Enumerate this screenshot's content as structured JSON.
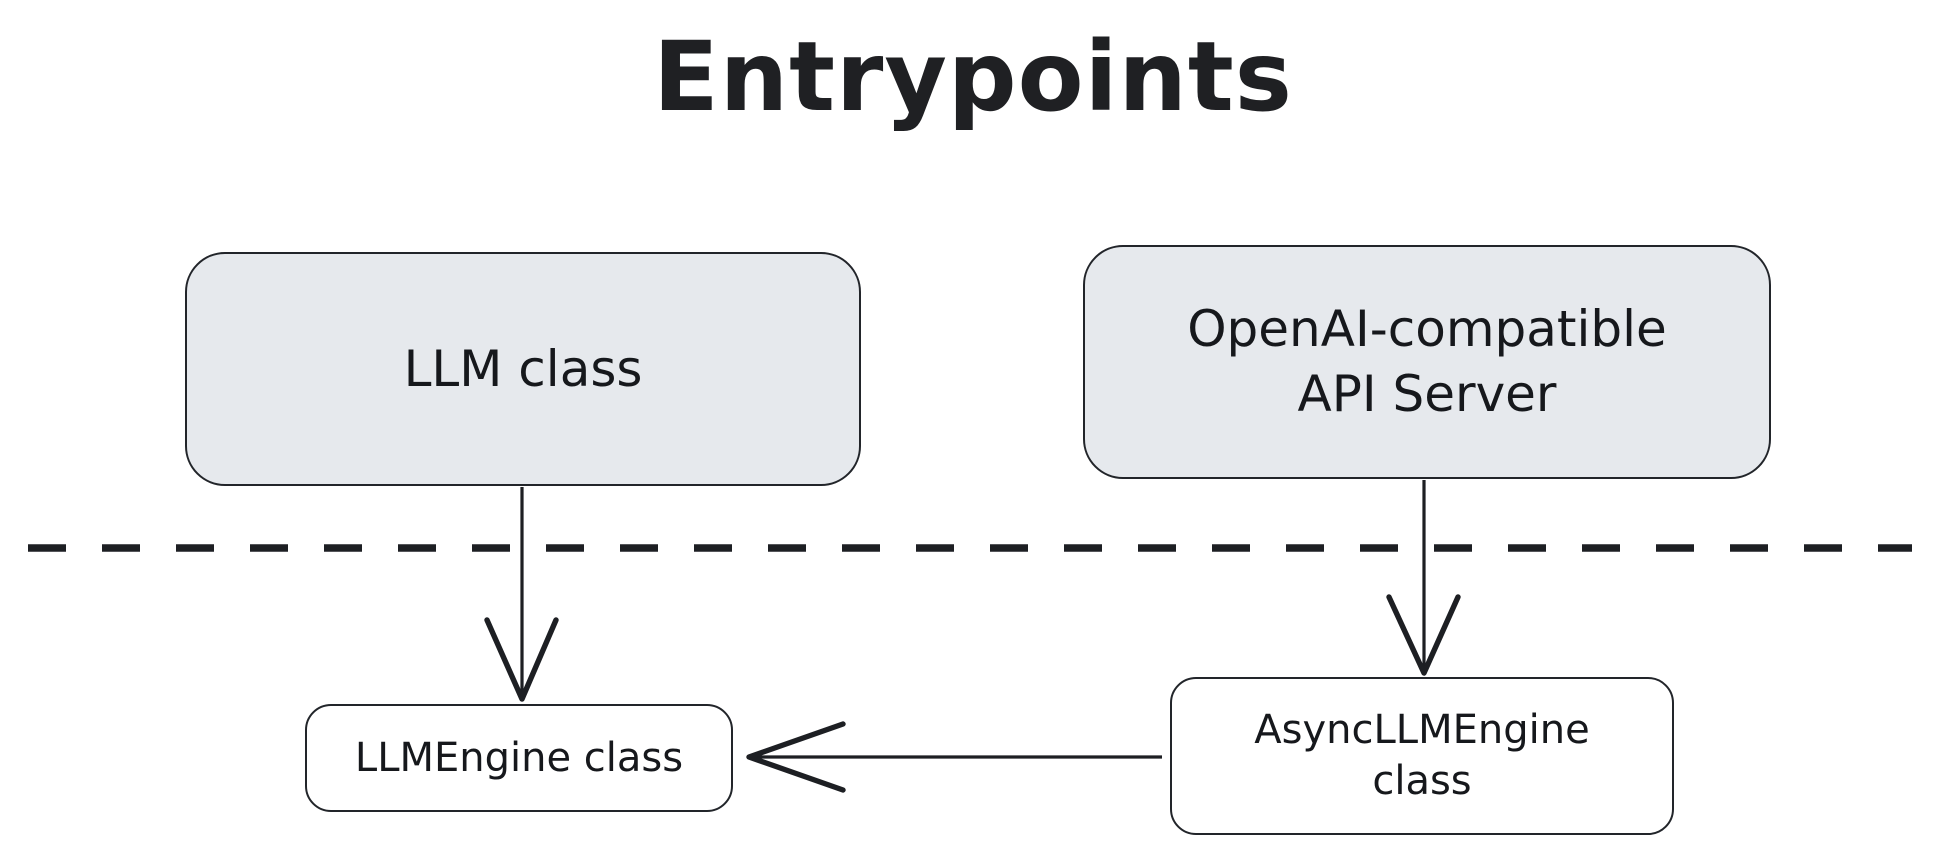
{
  "diagram": {
    "title": "Entrypoints",
    "background_color": "#ffffff",
    "node_fill_color": "#e6e9ed",
    "node_border_color": "#22252a",
    "line_color": "#1d1f23",
    "nodes": [
      {
        "id": "llm-class",
        "label": "LLM class",
        "style": "filled"
      },
      {
        "id": "api-server",
        "label": "OpenAI-compatible\nAPI Server",
        "style": "filled"
      },
      {
        "id": "llmengine-class",
        "label": "LLMEngine class",
        "style": "outline"
      },
      {
        "id": "async-llmengine-class",
        "label": "AsyncLLMEngine\nclass",
        "style": "outline"
      }
    ],
    "edges": [
      {
        "id": "llm-to-llmengine",
        "from": "llm-class",
        "to": "llmengine-class",
        "direction": "down"
      },
      {
        "id": "apiserver-to-async",
        "from": "api-server",
        "to": "async-llmengine-class",
        "direction": "down"
      },
      {
        "id": "async-to-llmengine",
        "from": "async-llmengine-class",
        "to": "llmengine-class",
        "direction": "left"
      }
    ],
    "divider": {
      "id": "dashed-divider",
      "style": "dashed",
      "orientation": "horizontal"
    }
  }
}
